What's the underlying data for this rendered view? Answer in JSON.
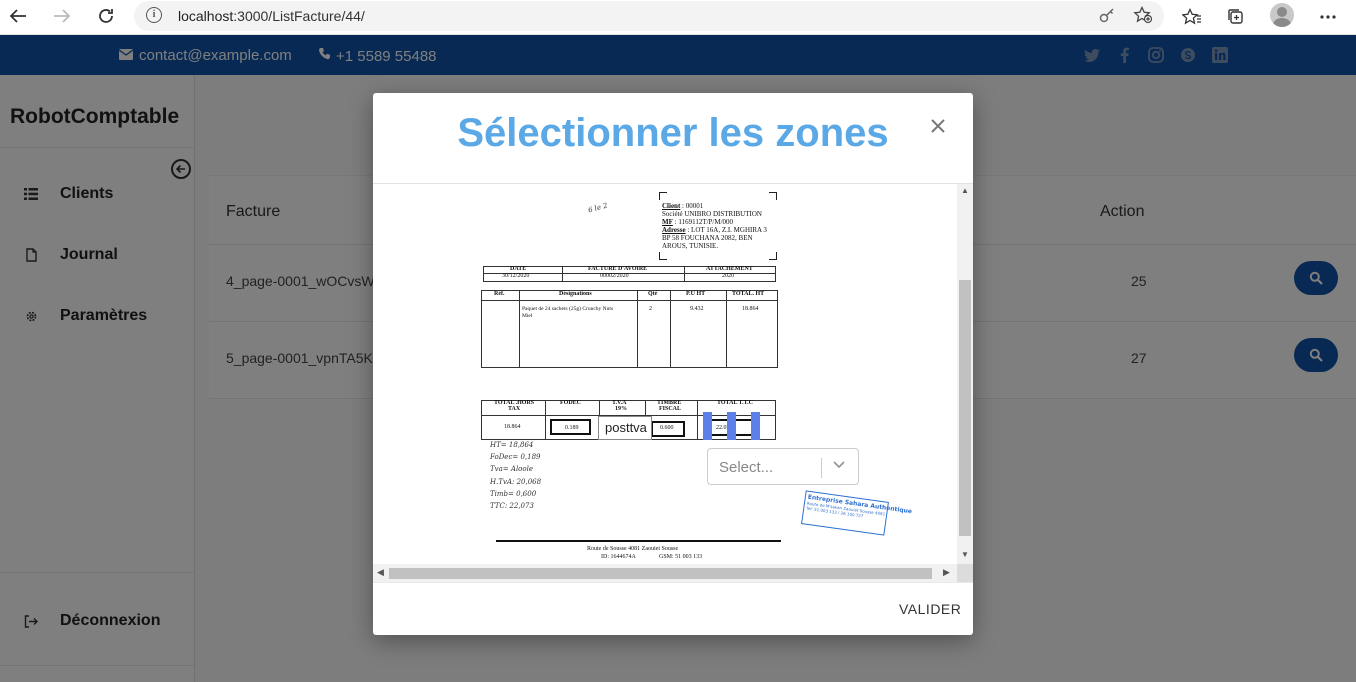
{
  "browser": {
    "url_host": "localhost",
    "url_rest": ":3000/ListFacture/44/"
  },
  "topbar": {
    "email": "contact@example.com",
    "phone": "+1 5589 55488",
    "socials": [
      "twitter-icon",
      "facebook-icon",
      "instagram-icon",
      "skype-icon",
      "linkedin-icon"
    ]
  },
  "sidebar": {
    "brand": "RobotComptable",
    "items": [
      {
        "label": "Clients",
        "icon": "list-icon"
      },
      {
        "label": "Journal",
        "icon": "file-icon"
      },
      {
        "label": "Paramètres",
        "icon": "gear-icon"
      }
    ],
    "logout": "Déconnexion"
  },
  "table": {
    "headers": {
      "facture": "Facture",
      "action": "Action"
    },
    "rows": [
      {
        "name": "4_page-0001_wOCvsW",
        "num": "25"
      },
      {
        "name": "5_page-0001_vpnTA5K",
        "num": "27"
      }
    ]
  },
  "modal": {
    "title": "Sélectionner les zones",
    "tag_label": "posttva",
    "select_placeholder": "Select...",
    "validate": "VALIDER"
  },
  "invoice": {
    "handwritten_top": "6 le 2",
    "client_label": "Client",
    "client": ": 00001",
    "company": "Société UNIBRO DISTRIBUTION",
    "mf_label": "MF",
    "mf": ": 1169112T/P/M/000",
    "adresse_label": "Adresse",
    "adresse": ": LOT 16A, Z.I. MGHIRA 3",
    "adresse2": "BP 58 FOUCHANA 2082, BEN",
    "adresse3": "AROUS, TUNISIE.",
    "h_date": "DATE",
    "h_facture": "FACTURE D'AVOIRE",
    "h_attachement": "ATTACHEMENT",
    "date": "30/12/2020",
    "facture": "00002/2020",
    "attachement": "2020",
    "h_ref": "Réf.",
    "h_design": "Désignations",
    "h_qte": "Qté",
    "h_pu": "P.U HT",
    "h_total": "TOTAL. HT",
    "design": "Paquet de 24 sachets (25g) Crunchy Nuts",
    "design2": "Miel",
    "qte": "2",
    "pu": "9.432",
    "total": "18.864",
    "h_hors_tax": "TOTAL .HORS",
    "h_hors_tax2": "TAX",
    "h_fodec": "FODEC",
    "h_tva": "T.V.A",
    "h_tva2": "19%",
    "h_timbre": "TIMBRE",
    "h_timbre2": "FISCAL",
    "h_ttc": "TOTAL T.T.C",
    "v_hors_tax": "18.864",
    "v_fodec": "0.189",
    "v_timbre": "0.600",
    "v_ttc": "22.073",
    "notes": [
      "HT= 18,864",
      "FoDec= 0,189",
      "Tva= Aloole",
      "H.TvA: 20,068",
      "Timb= 0,600",
      "TTC: 22,073"
    ],
    "stamp1": "Entreprise Sahara Authentique",
    "stamp2": "Route de M'sakan Zaouiet Sousse 4081",
    "stamp3": "Tel: 51.003 133 / 26 100 727",
    "footer1": "Route de Sousse 4081 Zaouiet Sousse",
    "footer2": "ID: 1644674A",
    "footer3": "GSM: 51 003 133"
  }
}
